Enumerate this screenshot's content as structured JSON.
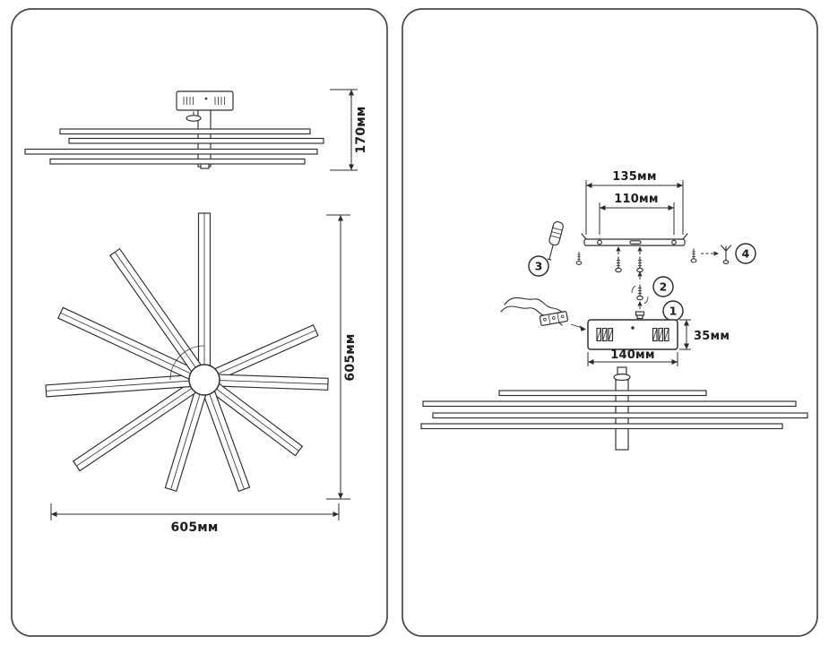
{
  "left_panel": {
    "fixture_height_label": "170мм",
    "fixture_span_vertical_label": "605мм",
    "fixture_span_horizontal_label": "605мм"
  },
  "right_panel": {
    "bracket_outer_label": "135мм",
    "bracket_holes_label": "110мм",
    "canopy_height_label": "35мм",
    "canopy_width_label": "140мм",
    "install_steps": [
      "1",
      "2",
      "3",
      "4"
    ]
  },
  "glyphs": {
    "screwdriver": "screwdriver-icon",
    "screw": "screw-icon",
    "wall_plug": "wall-plug-icon",
    "terminal_block": "terminal-block-icon",
    "power_cable": "power-cable-icon"
  },
  "colors": {
    "line": "#2b2b2b",
    "panel_border": "#474747",
    "text": "#1d1d1d",
    "background": "#ffffff"
  }
}
